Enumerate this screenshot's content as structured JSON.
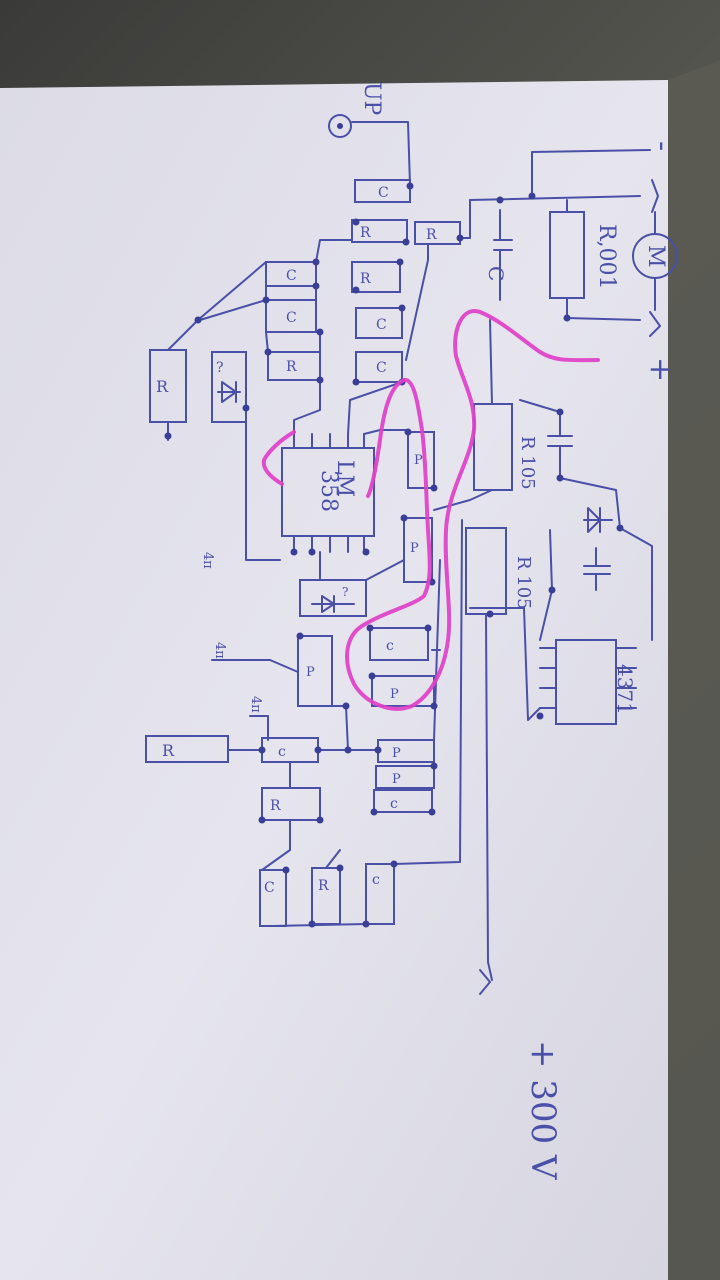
{
  "labels": {
    "op": "UP",
    "minus": "-",
    "plus": "+",
    "motor": "M",
    "shunt": "R,001",
    "cap": "C",
    "res": "R",
    "ic_main": "LM 358",
    "ic_main_l1": "LM",
    "ic_main_l2": "358",
    "r105": "R 105",
    "ic_second": "4371",
    "supply": "+ 300 V",
    "supply_plus": "+",
    "supply_value": "300 V",
    "ch": "4п",
    "diode_q": "?",
    "small_r": "P",
    "small_c": "c"
  },
  "colors": {
    "ink": "#4a4fa8",
    "highlight": "#e040c8",
    "paper": "#e4e3ec",
    "background": "#4a4a46"
  }
}
